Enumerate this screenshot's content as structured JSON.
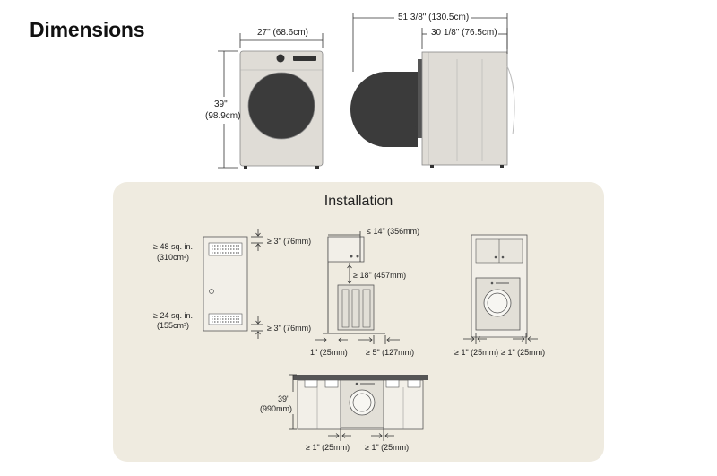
{
  "header": {
    "title": "Dimensions"
  },
  "dimensions": {
    "width": "27\" (68.6cm)",
    "height_in": "39\"",
    "height_cm": "(98.9cm)",
    "depth_door_open": "51 3/8\" (130.5cm)",
    "depth": "30 1/8\" (76.5cm)"
  },
  "installation": {
    "title": "Installation",
    "vent_top_area_in": "≥ 48 sq. in.",
    "vent_top_area_cm": "(310cm²)",
    "vent_bottom_area_in": "≥ 24 sq. in.",
    "vent_bottom_area_cm": "(155cm²)",
    "door_top_gap": "≥ 3\" (76mm)",
    "door_bottom_gap": "≥ 3\" (76mm)",
    "shelf_depth": "≤ 14\" (356mm)",
    "shelf_height": "≥ 18\" (457mm)",
    "rear_clearance": "1\" (25mm)",
    "front_clearance": "≥ 5\" (127mm)",
    "side_left_clearance": "≥ 1\" (25mm)",
    "side_right_clearance": "≥ 1\" (25mm)",
    "counter_height_in": "39\"",
    "counter_height_mm": "(990mm)",
    "under_left_clearance": "≥ 1\" (25mm)",
    "under_right_clearance": "≥ 1\" (25mm)"
  },
  "colors": {
    "panel_background": "#efebe0",
    "appliance_body": "#dfdcd6",
    "door_glass": "#3b3b3b"
  }
}
